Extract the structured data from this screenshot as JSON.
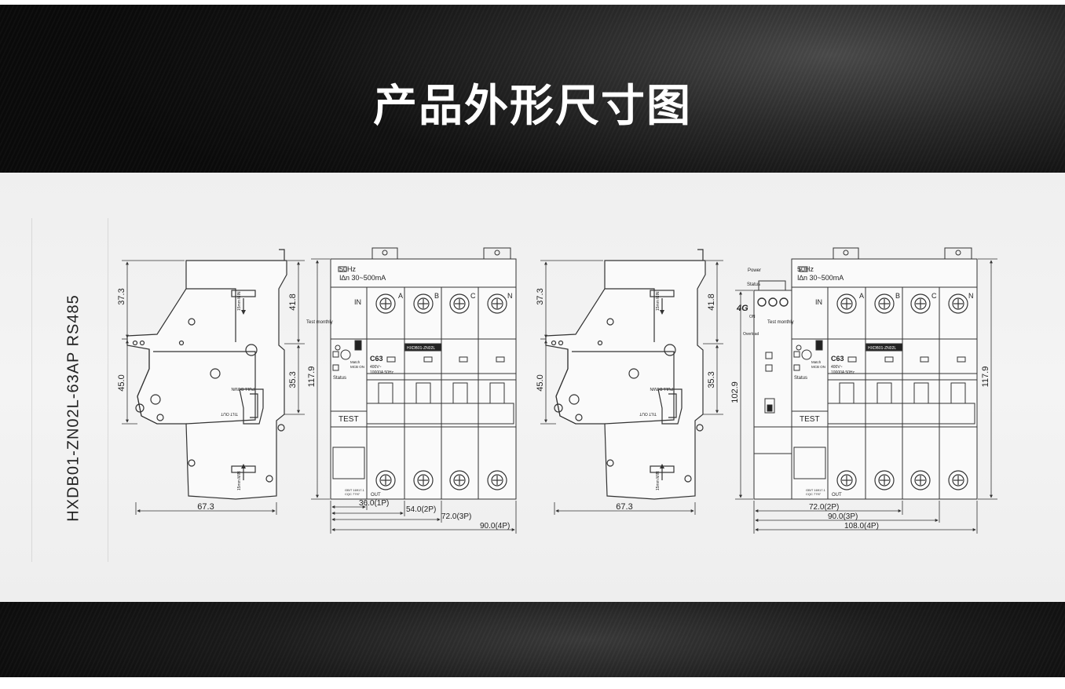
{
  "header": {
    "title": "产品外形尺寸图"
  },
  "model_label": "HXDB01-ZN02L-63AP  RS485",
  "side_view": {
    "dim_top": "37.3",
    "dim_bottom": "45.0",
    "dim_width": "67.3",
    "dim_right_top": "41.8",
    "dim_right_bottom": "35.3",
    "rail_label": "15mm MIN",
    "pull_down": "PULL DOWN",
    "tilt_out": "TILT OUT"
  },
  "front_view_a": {
    "freq": "50Hz",
    "leak": "I∆n 30~500mA",
    "in_label": "IN",
    "out_label": "OUT",
    "phases": [
      "A",
      "B",
      "C",
      "N"
    ],
    "test_monthly": "Test monthly",
    "status": "Status",
    "rating": "C63",
    "spec1": "400V~",
    "spec2": "10000A   50Hz",
    "model_tag": "HXDB01-ZN02L",
    "match": "Match",
    "mcb_on": "MCB ON",
    "test_btn": "TEST",
    "height": "117.9",
    "widths": [
      "36.0(1P)",
      "54.0(2P)",
      "72.0(3P)",
      "90.0(4P)"
    ],
    "std": "GB/T 16917.1",
    "cqc": "CQC 7797"
  },
  "front_view_b": {
    "power": "Power",
    "status_top": "Status",
    "tag_4g": "4G",
    "on": "ON",
    "overload": "Overload",
    "freq": "50Hz",
    "leak": "I∆n 30~500mA",
    "in_label": "IN",
    "out_label": "OUT",
    "phases": [
      "A",
      "B",
      "C",
      "N"
    ],
    "test_monthly": "Test monthly",
    "status": "Status",
    "rating": "C63",
    "spec1": "400V~",
    "spec2": "10000A   50Hz",
    "model_tag": "HXDB01-ZN02L",
    "match": "Match",
    "mcb_on": "MCB ON",
    "test_btn": "TEST",
    "height_left": "102.9",
    "height_right": "117.9",
    "widths": [
      "72.0(2P)",
      "90.0(3P)",
      "108.0(4P)"
    ],
    "std": "GB/T 16917.1",
    "cqc": "CQC 7797"
  }
}
